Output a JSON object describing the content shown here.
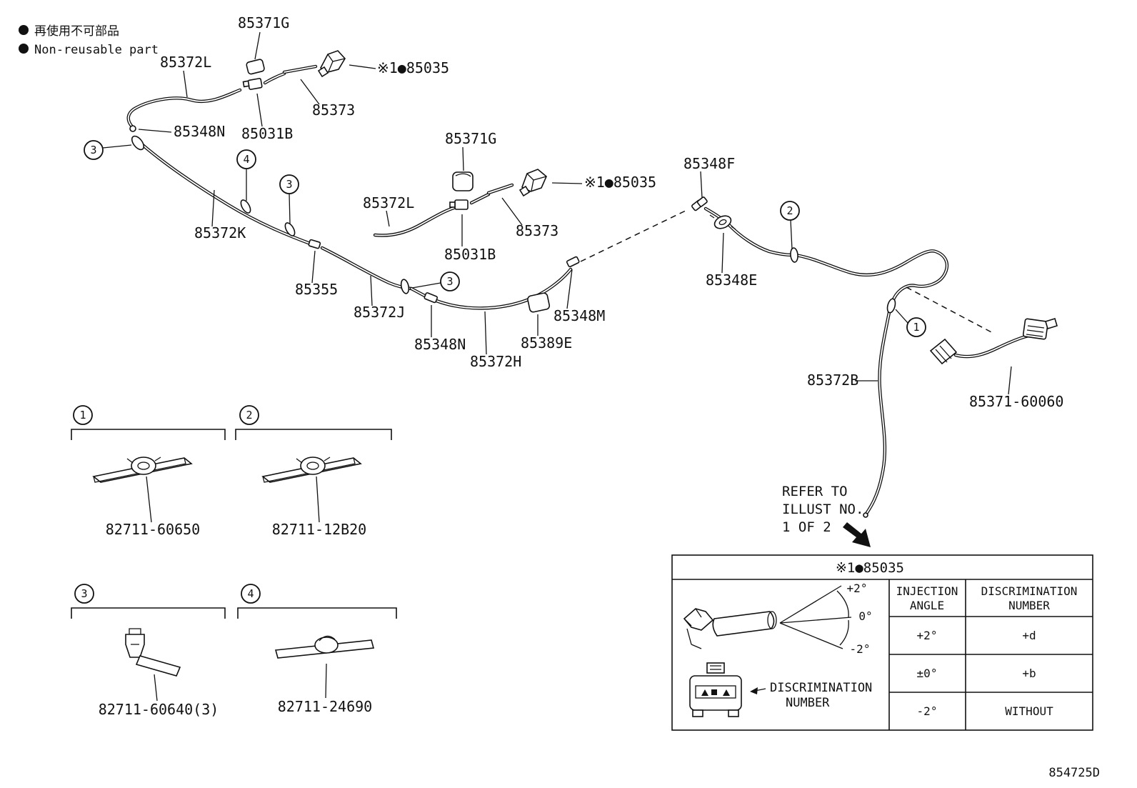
{
  "legend": {
    "jp": "再使用不可部品",
    "en": "Non-reusable part"
  },
  "labels": {
    "grommet_top": "85371G",
    "hose_l_top": "85372L",
    "nozzle_top": "※1●85035",
    "tube_top": "85373",
    "joint_n_top": "85348N",
    "valve_top": "85031B",
    "grommet_mid": "85371G",
    "joint_f": "85348F",
    "hose_l_mid": "85372L",
    "nozzle_mid": "※1●85035",
    "tube_mid": "85373",
    "hose_k": "85372K",
    "valve_mid": "85031B",
    "joint_e": "85348E",
    "connector_355": "85355",
    "hose_j": "85372J",
    "joint_m": "85348M",
    "joint_n_mid": "85348N",
    "grommet_389": "85389E",
    "hose_h": "85372H",
    "hose_b": "85372B",
    "hose_assy": "85371-60060"
  },
  "callouts": {
    "one": "1",
    "two": "2",
    "three": "3",
    "four": "4"
  },
  "detail_boxes": [
    {
      "num": "1",
      "part": "82711-60650"
    },
    {
      "num": "2",
      "part": "82711-12B20"
    },
    {
      "num": "3",
      "part": "82711-60640(3)"
    },
    {
      "num": "4",
      "part": "82711-24690"
    }
  ],
  "refer_note": {
    "line1": "REFER TO",
    "line2": "ILLUST NO.",
    "line3": "1 OF 2"
  },
  "table": {
    "title": "※1●85035",
    "col1_line1": "INJECTION",
    "col1_line2": "ANGLE",
    "col2_line1": "DISCRIMINATION",
    "col2_line2": "NUMBER",
    "rows": [
      {
        "angle": "+2°",
        "number": "+d"
      },
      {
        "angle": "±0°",
        "number": "+b"
      },
      {
        "angle": "-2°",
        "number": "WITHOUT"
      }
    ],
    "spray_labels": {
      "up": "+2°",
      "mid": "0°",
      "down": "-2°"
    },
    "discrimination_line1": "DISCRIMINATION",
    "discrimination_line2": "NUMBER"
  },
  "doc_number": "854725D"
}
